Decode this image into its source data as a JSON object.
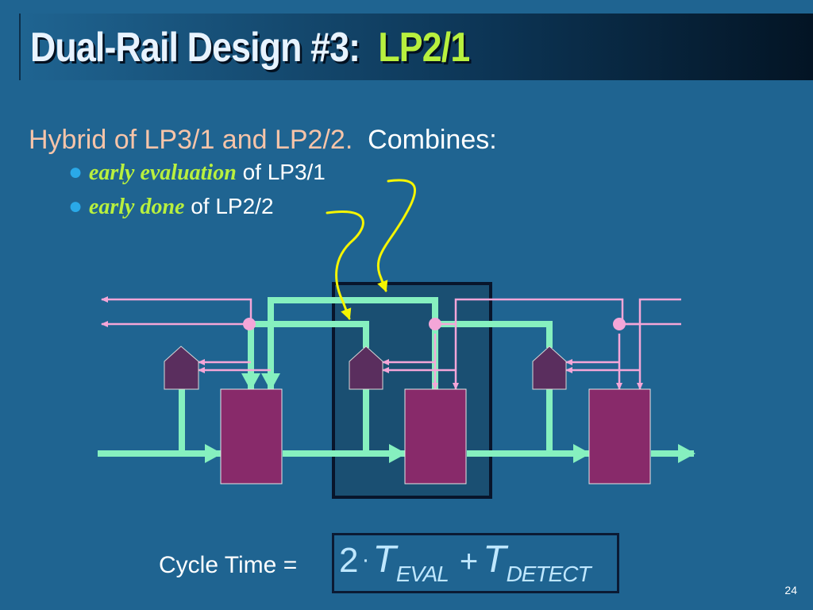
{
  "slide": {
    "title_main": "Dual-Rail Design #3:",
    "title_accent": "LP2/1",
    "intro_hybrid": "Hybrid of LP3/1 and LP2/2.",
    "intro_combines": "Combines:",
    "bullets": [
      {
        "emphasis": "early evaluation",
        "rest": "of LP3/1"
      },
      {
        "emphasis": "early done",
        "rest": "of LP2/2"
      }
    ],
    "bullet_glyph": "●",
    "cycle_label": "Cycle Time =",
    "formula": {
      "coefficient": "2",
      "dot": "·",
      "symbol1": "T",
      "sub1": "EVAL",
      "plus": "+",
      "symbol2": "T",
      "sub2": "DETECT"
    },
    "page_number": "24"
  },
  "colors": {
    "background": "#1f6491",
    "datapath": "#86f0bf",
    "control": "#f4a6d8",
    "function_block": "#882a6a",
    "completion_detector": "#5a2e5e",
    "arrow_yellow": "#f5f500",
    "highlight_box": "#1a4f72",
    "title_accent": "#b8f03e"
  },
  "diagram": {
    "function_blocks": [
      "block-1",
      "block-2",
      "block-3"
    ],
    "completion_detectors": [
      "detector-1",
      "detector-2",
      "detector-3"
    ]
  }
}
